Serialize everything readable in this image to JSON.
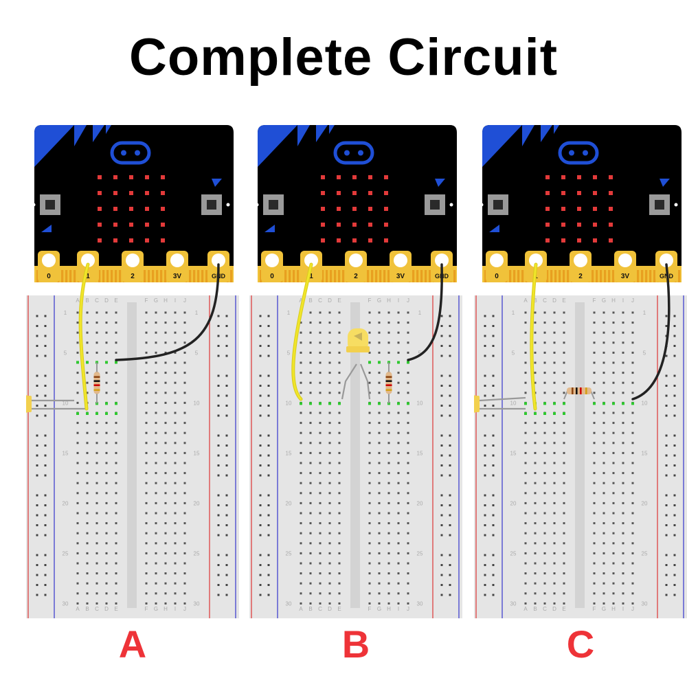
{
  "title": "Complete Circuit",
  "colors": {
    "label": "#ee3338",
    "board": "#000000",
    "board_logo": "#1f4fd6",
    "pad_gold": "#f0c23a",
    "led_matrix": "#e33a3a",
    "breadboard": "#e5e5e5",
    "rail_red": "#d33",
    "rail_blue": "#33c",
    "wire_yellow": "#f0e52b",
    "wire_black": "#222222",
    "led_body": "#f7dd62",
    "active_hole": "#2ec92e"
  },
  "pins": [
    "0",
    "1",
    "2",
    "3V",
    "GND"
  ],
  "columns_left": [
    "A",
    "B",
    "C",
    "D",
    "E"
  ],
  "columns_right": [
    "F",
    "G",
    "H",
    "I",
    "J"
  ],
  "row_numbers": [
    "1",
    "5",
    "10",
    "15",
    "20",
    "25",
    "30"
  ],
  "panels": [
    {
      "label": "A",
      "icon": "breadboard-diagram-a"
    },
    {
      "label": "B",
      "icon": "breadboard-diagram-b"
    },
    {
      "label": "C",
      "icon": "breadboard-diagram-c"
    }
  ]
}
